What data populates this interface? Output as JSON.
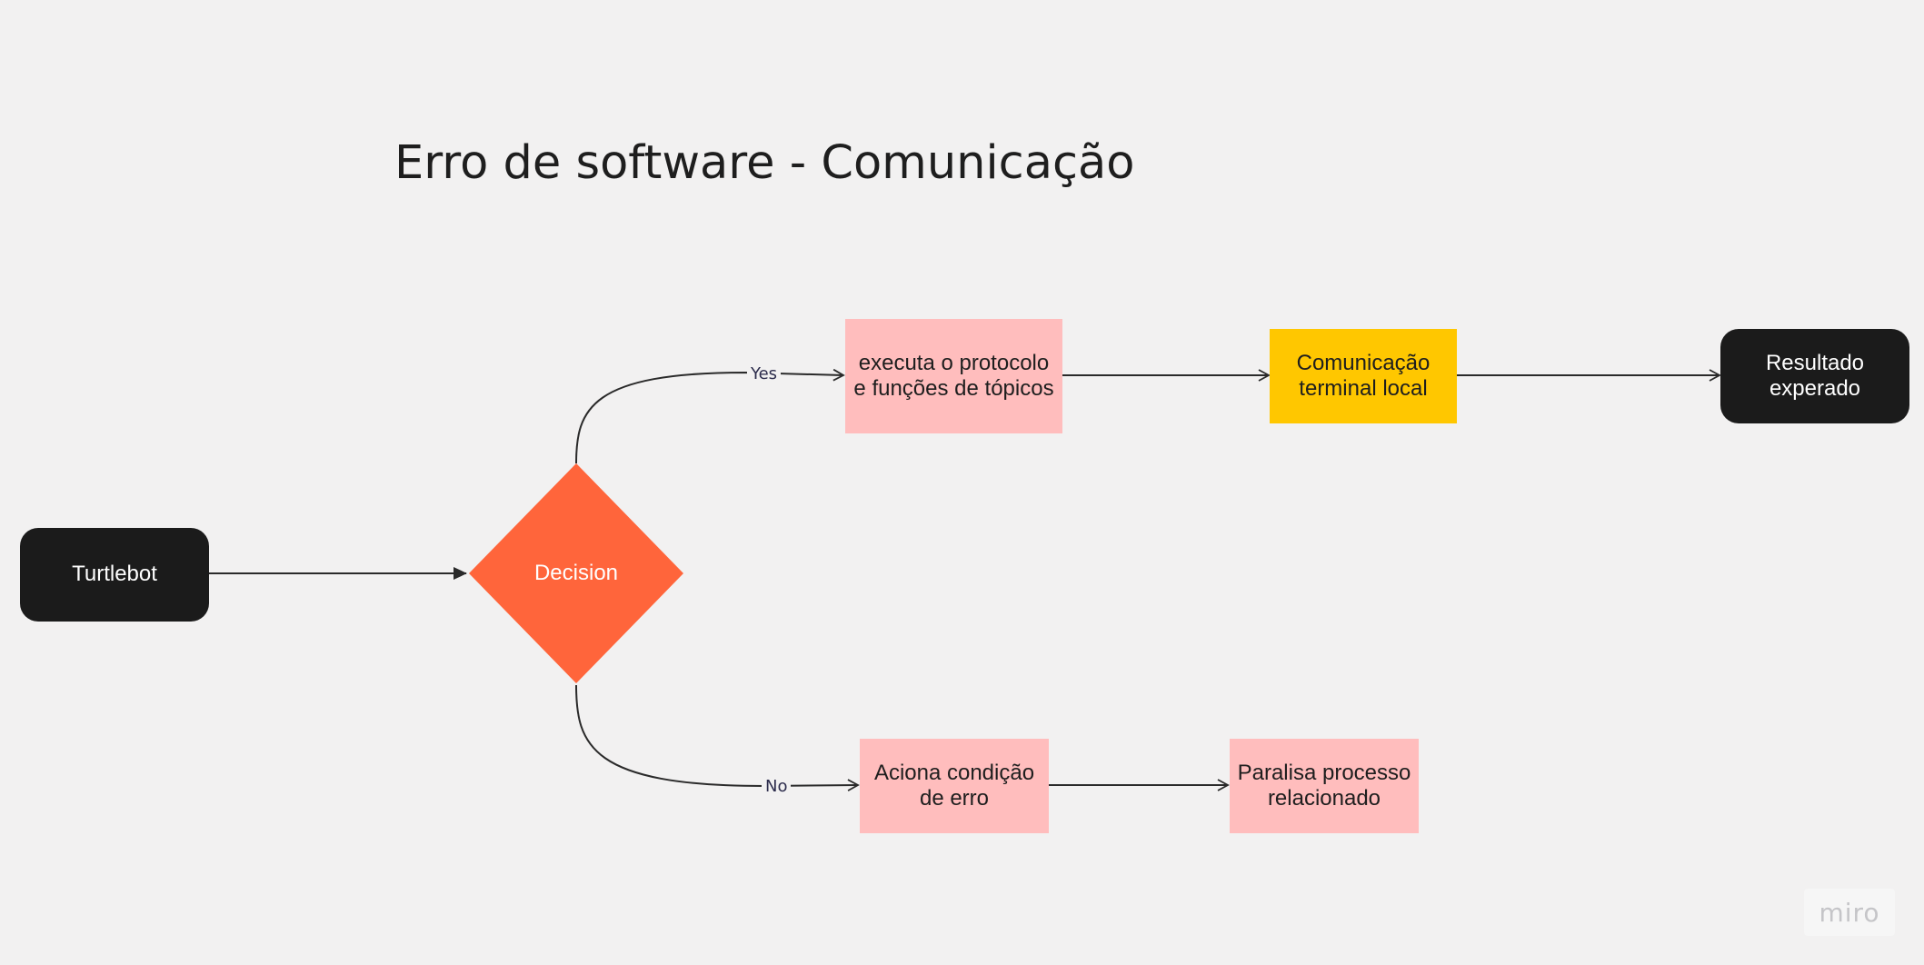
{
  "title": "Erro de software - Comunicação",
  "colors": {
    "background": "#f2f1f1",
    "terminal": "#1b1b1b",
    "decision": "#ff653b",
    "sticky_pink": "#ffbdbd",
    "sticky_yellow": "#ffc700",
    "connector": "#2a2a2a"
  },
  "nodes": {
    "start": {
      "text": "Turtlebot",
      "shape": "terminal"
    },
    "decision": {
      "text": "Decision",
      "shape": "diamond"
    },
    "yes_step": {
      "text": "executa o protocolo\ne funções de tópicos",
      "shape": "sticky-pink"
    },
    "yes_comm": {
      "text": "Comunicação\nterminal local",
      "shape": "sticky-yellow"
    },
    "result": {
      "text": "Resultado\nexperado",
      "shape": "terminal"
    },
    "no_step": {
      "text": "Aciona condição\nde  erro",
      "shape": "sticky-pink"
    },
    "no_halt": {
      "text": "Paralisa processo\nrelacionado",
      "shape": "sticky-pink"
    }
  },
  "edges": {
    "yes_label": "Yes",
    "no_label": "No"
  },
  "watermark": "miro"
}
